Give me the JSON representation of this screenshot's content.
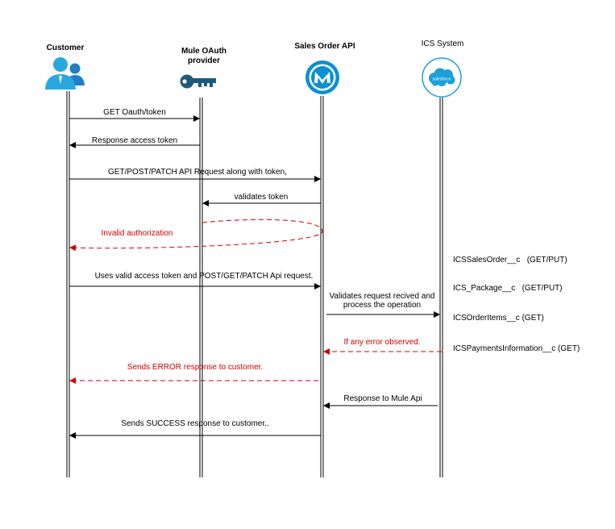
{
  "actors": [
    {
      "id": "customer",
      "label": "Customer",
      "icon": "users-icon"
    },
    {
      "id": "oauth",
      "label_lines": [
        "Mule OAuth",
        "provider"
      ],
      "icon": "key-icon"
    },
    {
      "id": "api",
      "label": "Sales Order API",
      "icon": "mulesoft-logo-icon"
    },
    {
      "id": "ics",
      "label": "ICS System",
      "icon": "salesforce-cloud-icon",
      "logo_text": "salesforce"
    }
  ],
  "messages": [
    {
      "id": "m1",
      "text": "GET Oauth/token"
    },
    {
      "id": "m2",
      "text": "Response access token"
    },
    {
      "id": "m3",
      "text": "GET/POST/PATCH API Request along with token,"
    },
    {
      "id": "m4",
      "text": "validates token"
    },
    {
      "id": "m5",
      "text": "Invalid authorization"
    },
    {
      "id": "m6",
      "text": "Uses valid access token and POST/GET/PATCH Api request."
    },
    {
      "id": "m7",
      "text_lines": [
        "Validates request recived and",
        "process the operation"
      ]
    },
    {
      "id": "m8",
      "text": "If any error observed."
    },
    {
      "id": "m9",
      "text": "Sends ERROR response to customer."
    },
    {
      "id": "m10",
      "text": "Response to Mule Api"
    },
    {
      "id": "m11",
      "text": "Sends SUCCESS response to customer.."
    }
  ],
  "ics_objects": [
    "ICSSalesOrder__c   (GET/PUT)",
    "ICS_Package__c   (GET/PUT)",
    "ICSOrderItems__c (GET)",
    "ICSPaymentsInformation__c (GET)"
  ],
  "colors": {
    "line": "#000000",
    "error": "#d00000",
    "customer_blue": "#29a8e0",
    "key_blue": "#1d5b7c",
    "mule_blue": "#0a8fd3",
    "salesforce_blue": "#1ba0d8"
  }
}
